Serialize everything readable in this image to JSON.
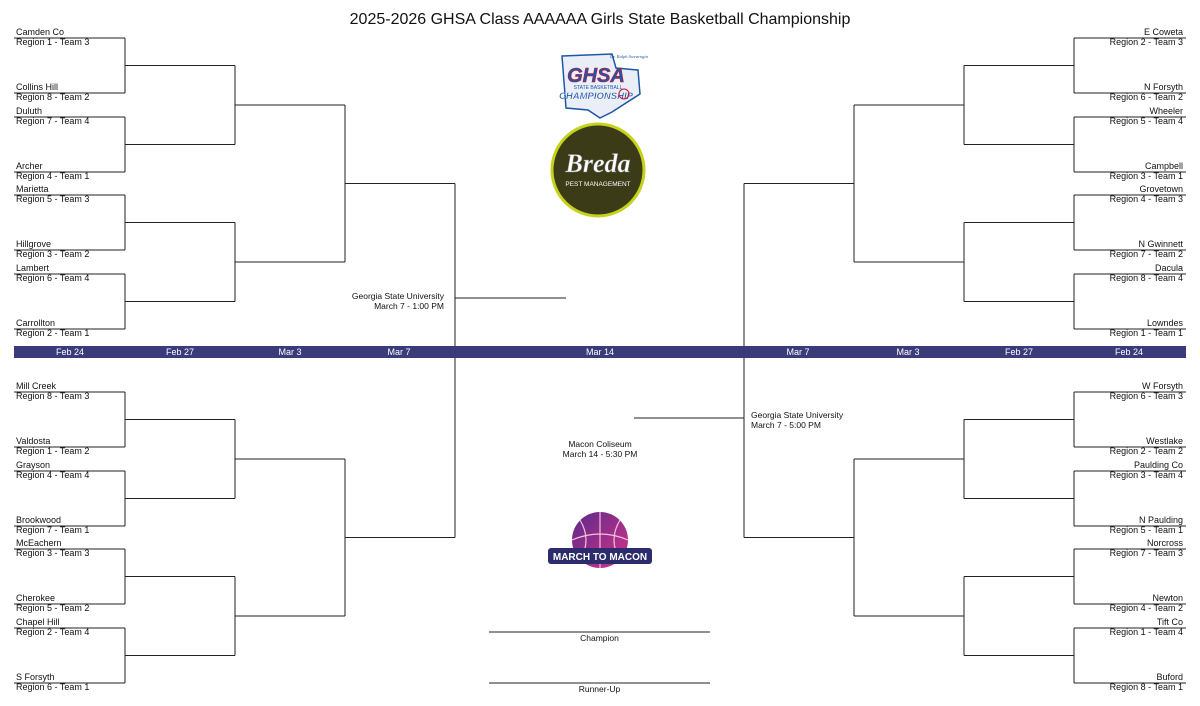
{
  "title": "2025-2026 GHSA Class AAAAAA Girls State Basketball Championship",
  "left_top": [
    {
      "name": "Camden Co",
      "seed": "Region 1 -  Team 3"
    },
    {
      "name": "Collins Hill",
      "seed": "Region 8 -  Team 2"
    },
    {
      "name": "Duluth",
      "seed": "Region 7 -  Team 4"
    },
    {
      "name": "Archer",
      "seed": "Region 4 -  Team 1"
    },
    {
      "name": "Marietta",
      "seed": "Region 5 -  Team 3"
    },
    {
      "name": "Hillgrove",
      "seed": "Region 3 -  Team 2"
    },
    {
      "name": "Lambert",
      "seed": "Region 6 -  Team 4"
    },
    {
      "name": "Carrollton",
      "seed": "Region 2 -  Team 1"
    }
  ],
  "left_bottom": [
    {
      "name": "Mill Creek",
      "seed": "Region 8 -  Team 3"
    },
    {
      "name": "Valdosta",
      "seed": "Region 1 -  Team 2"
    },
    {
      "name": "Grayson",
      "seed": "Region 4 -  Team 4"
    },
    {
      "name": "Brookwood",
      "seed": "Region 7 -  Team 1"
    },
    {
      "name": "McEachern",
      "seed": "Region 3 -  Team 3"
    },
    {
      "name": "Cherokee",
      "seed": "Region 5 -  Team 2"
    },
    {
      "name": "Chapel Hill",
      "seed": "Region 2 -  Team 4"
    },
    {
      "name": "S Forsyth",
      "seed": "Region 6 -  Team 1"
    }
  ],
  "right_top": [
    {
      "name": "E Coweta",
      "seed": "Region 2 -  Team 3"
    },
    {
      "name": "N Forsyth",
      "seed": "Region 6 -  Team 2"
    },
    {
      "name": "Wheeler",
      "seed": "Region 5 -  Team 4"
    },
    {
      "name": "Campbell",
      "seed": "Region 3 -  Team 1"
    },
    {
      "name": "Grovetown",
      "seed": "Region 4 -  Team 3"
    },
    {
      "name": "N Gwinnett",
      "seed": "Region 7 -  Team 2"
    },
    {
      "name": "Dacula",
      "seed": "Region 8 -  Team 4"
    },
    {
      "name": "Lowndes",
      "seed": "Region 1 -  Team 1"
    }
  ],
  "right_bottom": [
    {
      "name": "W Forsyth",
      "seed": "Region 6 -  Team 3"
    },
    {
      "name": "Westlake",
      "seed": "Region 2 -  Team 2"
    },
    {
      "name": "Paulding Co",
      "seed": "Region 3 -  Team 4"
    },
    {
      "name": "N Paulding",
      "seed": "Region 5 -  Team 1"
    },
    {
      "name": "Norcross",
      "seed": "Region 7 -  Team 3"
    },
    {
      "name": "Newton",
      "seed": "Region 4 -  Team 2"
    },
    {
      "name": "Tift Co",
      "seed": "Region 1 -  Team 4"
    },
    {
      "name": "Buford",
      "seed": "Region 8 -  Team 1"
    }
  ],
  "dates": [
    "Feb 24",
    "Feb 27",
    "Mar 3",
    "Mar 7",
    "Mar 14",
    "Mar 7",
    "Mar 3",
    "Feb 27",
    "Feb 24"
  ],
  "semifinal_left": {
    "venue": "Georgia State University",
    "time": "March 7 - 1:00 PM"
  },
  "semifinal_right": {
    "venue": "Georgia State University",
    "time": "March 7 - 5:00 PM"
  },
  "final": {
    "venue": "Macon Coliseum",
    "time": "March 14 - 5:30 PM"
  },
  "champion_label": "Champion",
  "runnerup_label": "Runner-Up",
  "logos": {
    "ghsa": {
      "top": "Dr. Ralph Swearngin",
      "main": "GHSA",
      "sub": "STATE BASKETBALL",
      "bottom": "CHAMPIONSHIP"
    },
    "breda": {
      "main": "Breda",
      "sub": "PEST MANAGEMENT"
    },
    "macon": {
      "main": "MARCH TO MACON"
    }
  },
  "colors": {
    "bar": "#3b3a7a",
    "line": "#222222",
    "ghsa_blue": "#1f56a8",
    "ghsa_red": "#c8102e",
    "breda_green": "#3b3b18",
    "breda_ring": "#c5d21a",
    "macon_pink": "#d6338a",
    "macon_purple": "#5a2a8a"
  }
}
